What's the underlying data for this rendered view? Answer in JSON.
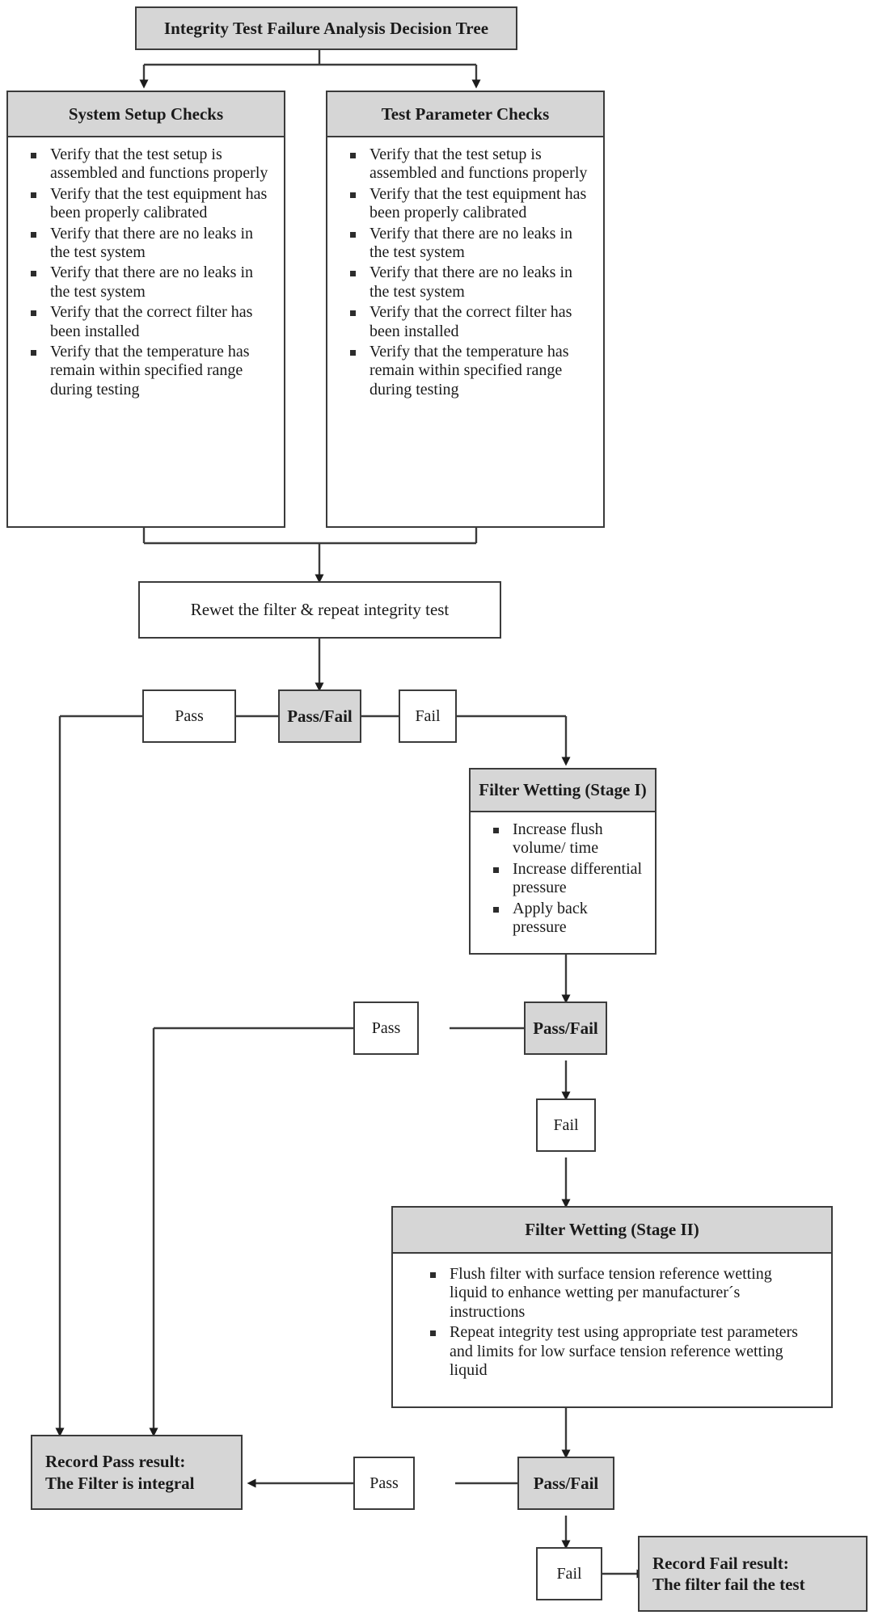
{
  "title": {
    "text": "Integrity Test Failure Analysis Decision Tree"
  },
  "colors": {
    "shade": "#d6d6d6",
    "border": "#3b3b3b",
    "background": "#ffffff",
    "text": "#1a1a1a"
  },
  "checks": {
    "system_setup": {
      "header": "System Setup Checks",
      "items": [
        "Verify that the test setup is assembled and functions properly",
        "Verify that the test equipment has been properly calibrated",
        "Verify that there are no leaks in the test system",
        "Verify that there are no leaks in the test system",
        "Verify that the correct filter has been installed",
        "Verify that the temperature has remain within specified range during testing"
      ]
    },
    "test_parameter": {
      "header": "Test Parameter Checks",
      "items": [
        "Verify that the test setup is assembled and functions properly",
        "Verify that the test equipment has been properly calibrated",
        "Verify that there are no leaks in the test system",
        "Verify that there are no leaks in the test system",
        "Verify that the correct filter has been installed",
        "Verify that the temperature has remain within specified range during testing"
      ]
    }
  },
  "rewet": {
    "text": "Rewet the filter & repeat integrity test"
  },
  "decision1": {
    "pass_label": "Pass",
    "decision_label": "Pass/Fail",
    "fail_label": "Fail"
  },
  "stage1": {
    "header": "Filter Wetting (Stage I)",
    "items": [
      "Increase flush volume/ time",
      "Increase differential pressure",
      "Apply back pressure"
    ]
  },
  "decision2": {
    "pass_label": "Pass",
    "decision_label": "Pass/Fail",
    "fail_label": "Fail"
  },
  "stage2": {
    "header": "Filter Wetting (Stage II)",
    "items": [
      "Flush filter with surface tension reference wetting liquid to enhance wetting per manufacturer´s instructions",
      "Repeat integrity test using appropriate test parameters and limits for low surface tension reference wetting liquid"
    ]
  },
  "decision3": {
    "pass_label": "Pass",
    "decision_label": "Pass/Fail",
    "fail_label": "Fail"
  },
  "results": {
    "pass_result_line1": "Record Pass result:",
    "pass_result_line2": "The Filter is integral",
    "fail_result_line1": "Record Fail result:",
    "fail_result_line2": "The filter fail the test"
  }
}
